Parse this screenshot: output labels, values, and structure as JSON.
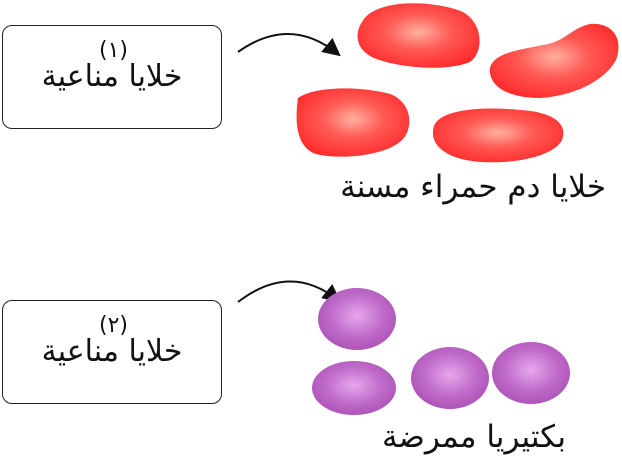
{
  "group1": {
    "box_label": "خلايا مناعية",
    "box_number": "(١)",
    "caption": "خلايا دم حمراء مسنة",
    "cell_color": "#ff4b4b"
  },
  "group2": {
    "box_label": "خلايا مناعية",
    "box_number": "(٢)",
    "caption": "بكتيريا ممرضة",
    "cell_color": "#b65bc0"
  }
}
